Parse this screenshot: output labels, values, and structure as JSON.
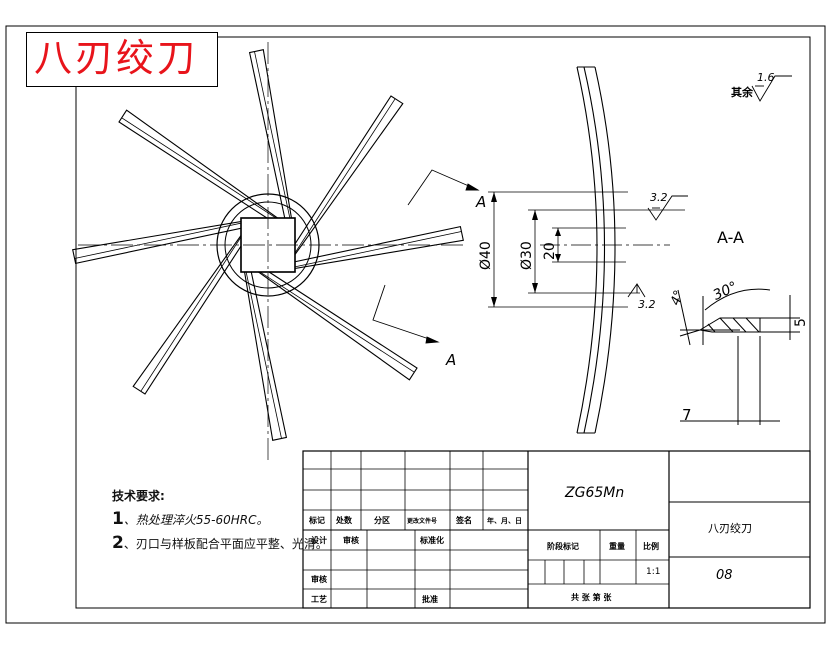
{
  "title": "八刃绞刀",
  "section_label": "A-A",
  "cut_label": "A",
  "surface_other": {
    "label": "其余",
    "value": "1.6"
  },
  "roughness": [
    "3.2",
    "3.2"
  ],
  "dimensions": {
    "outer_dia": "Ø40",
    "mid_dia": "Ø30",
    "bore": "20",
    "angle_large": "30°",
    "angle_small": "4°",
    "thickness": "5",
    "length": "7"
  },
  "tech_requirements": {
    "heading": "技术要求:",
    "items": [
      {
        "num": "1",
        "text": "、热处理淬火55-60HRC。"
      },
      {
        "num": "2",
        "text": "、刃口与样板配合平面应平整、光滑。"
      }
    ]
  },
  "title_block": {
    "material": "ZG65Mn",
    "part_name": "八刃绞刀",
    "drawing_no": "08",
    "scale": "1:1",
    "headers": [
      "标记",
      "处数",
      "分区",
      "更改文件号",
      "签名",
      "年、月、日"
    ],
    "design": "设计",
    "review_std": "审核",
    "standardization": "标准化",
    "stage_mark": "阶段标记",
    "weight": "重量",
    "scale_label": "比例",
    "audit": "审核",
    "process": "工艺",
    "approve": "批准",
    "sheets": "共  张  第  张"
  }
}
